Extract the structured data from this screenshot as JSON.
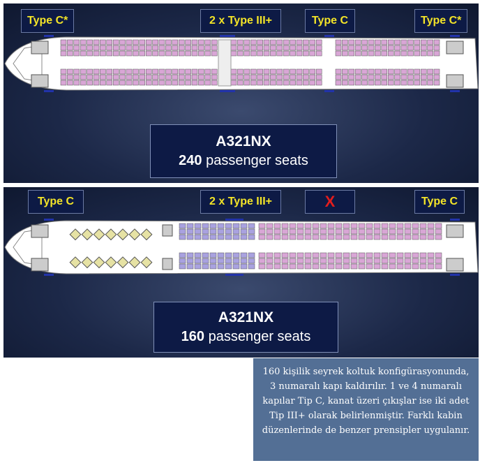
{
  "layouts": [
    {
      "labels": [
        "Type C*",
        "2 x Type III+",
        "Type C",
        "Type C*"
      ],
      "model": "A321NX",
      "seat_count": "240",
      "seat_text": "passenger seats"
    },
    {
      "labels": [
        "Type C",
        "2 x Type III+",
        "X",
        "Type C"
      ],
      "model": "A321NX",
      "seat_count": "160",
      "seat_text": "passenger seats"
    }
  ],
  "caption": "160 kişilik seyrek koltuk konfigürasyonunda, 3 numaralı kapı kaldırılır. 1 ve 4 numaralı kapılar Tip C, kanat üzeri çıkışlar ise iki adet Tip III+ olarak belirlenmiştir. Farklı kabin düzenlerinde de benzer prensipler uygulanır.",
  "colors": {
    "economy": "#d9a6d6",
    "premium": "#a9a2e0",
    "business": "#e6e2a4",
    "label_text": "#f3e428",
    "caption_bg": "#536f95"
  }
}
